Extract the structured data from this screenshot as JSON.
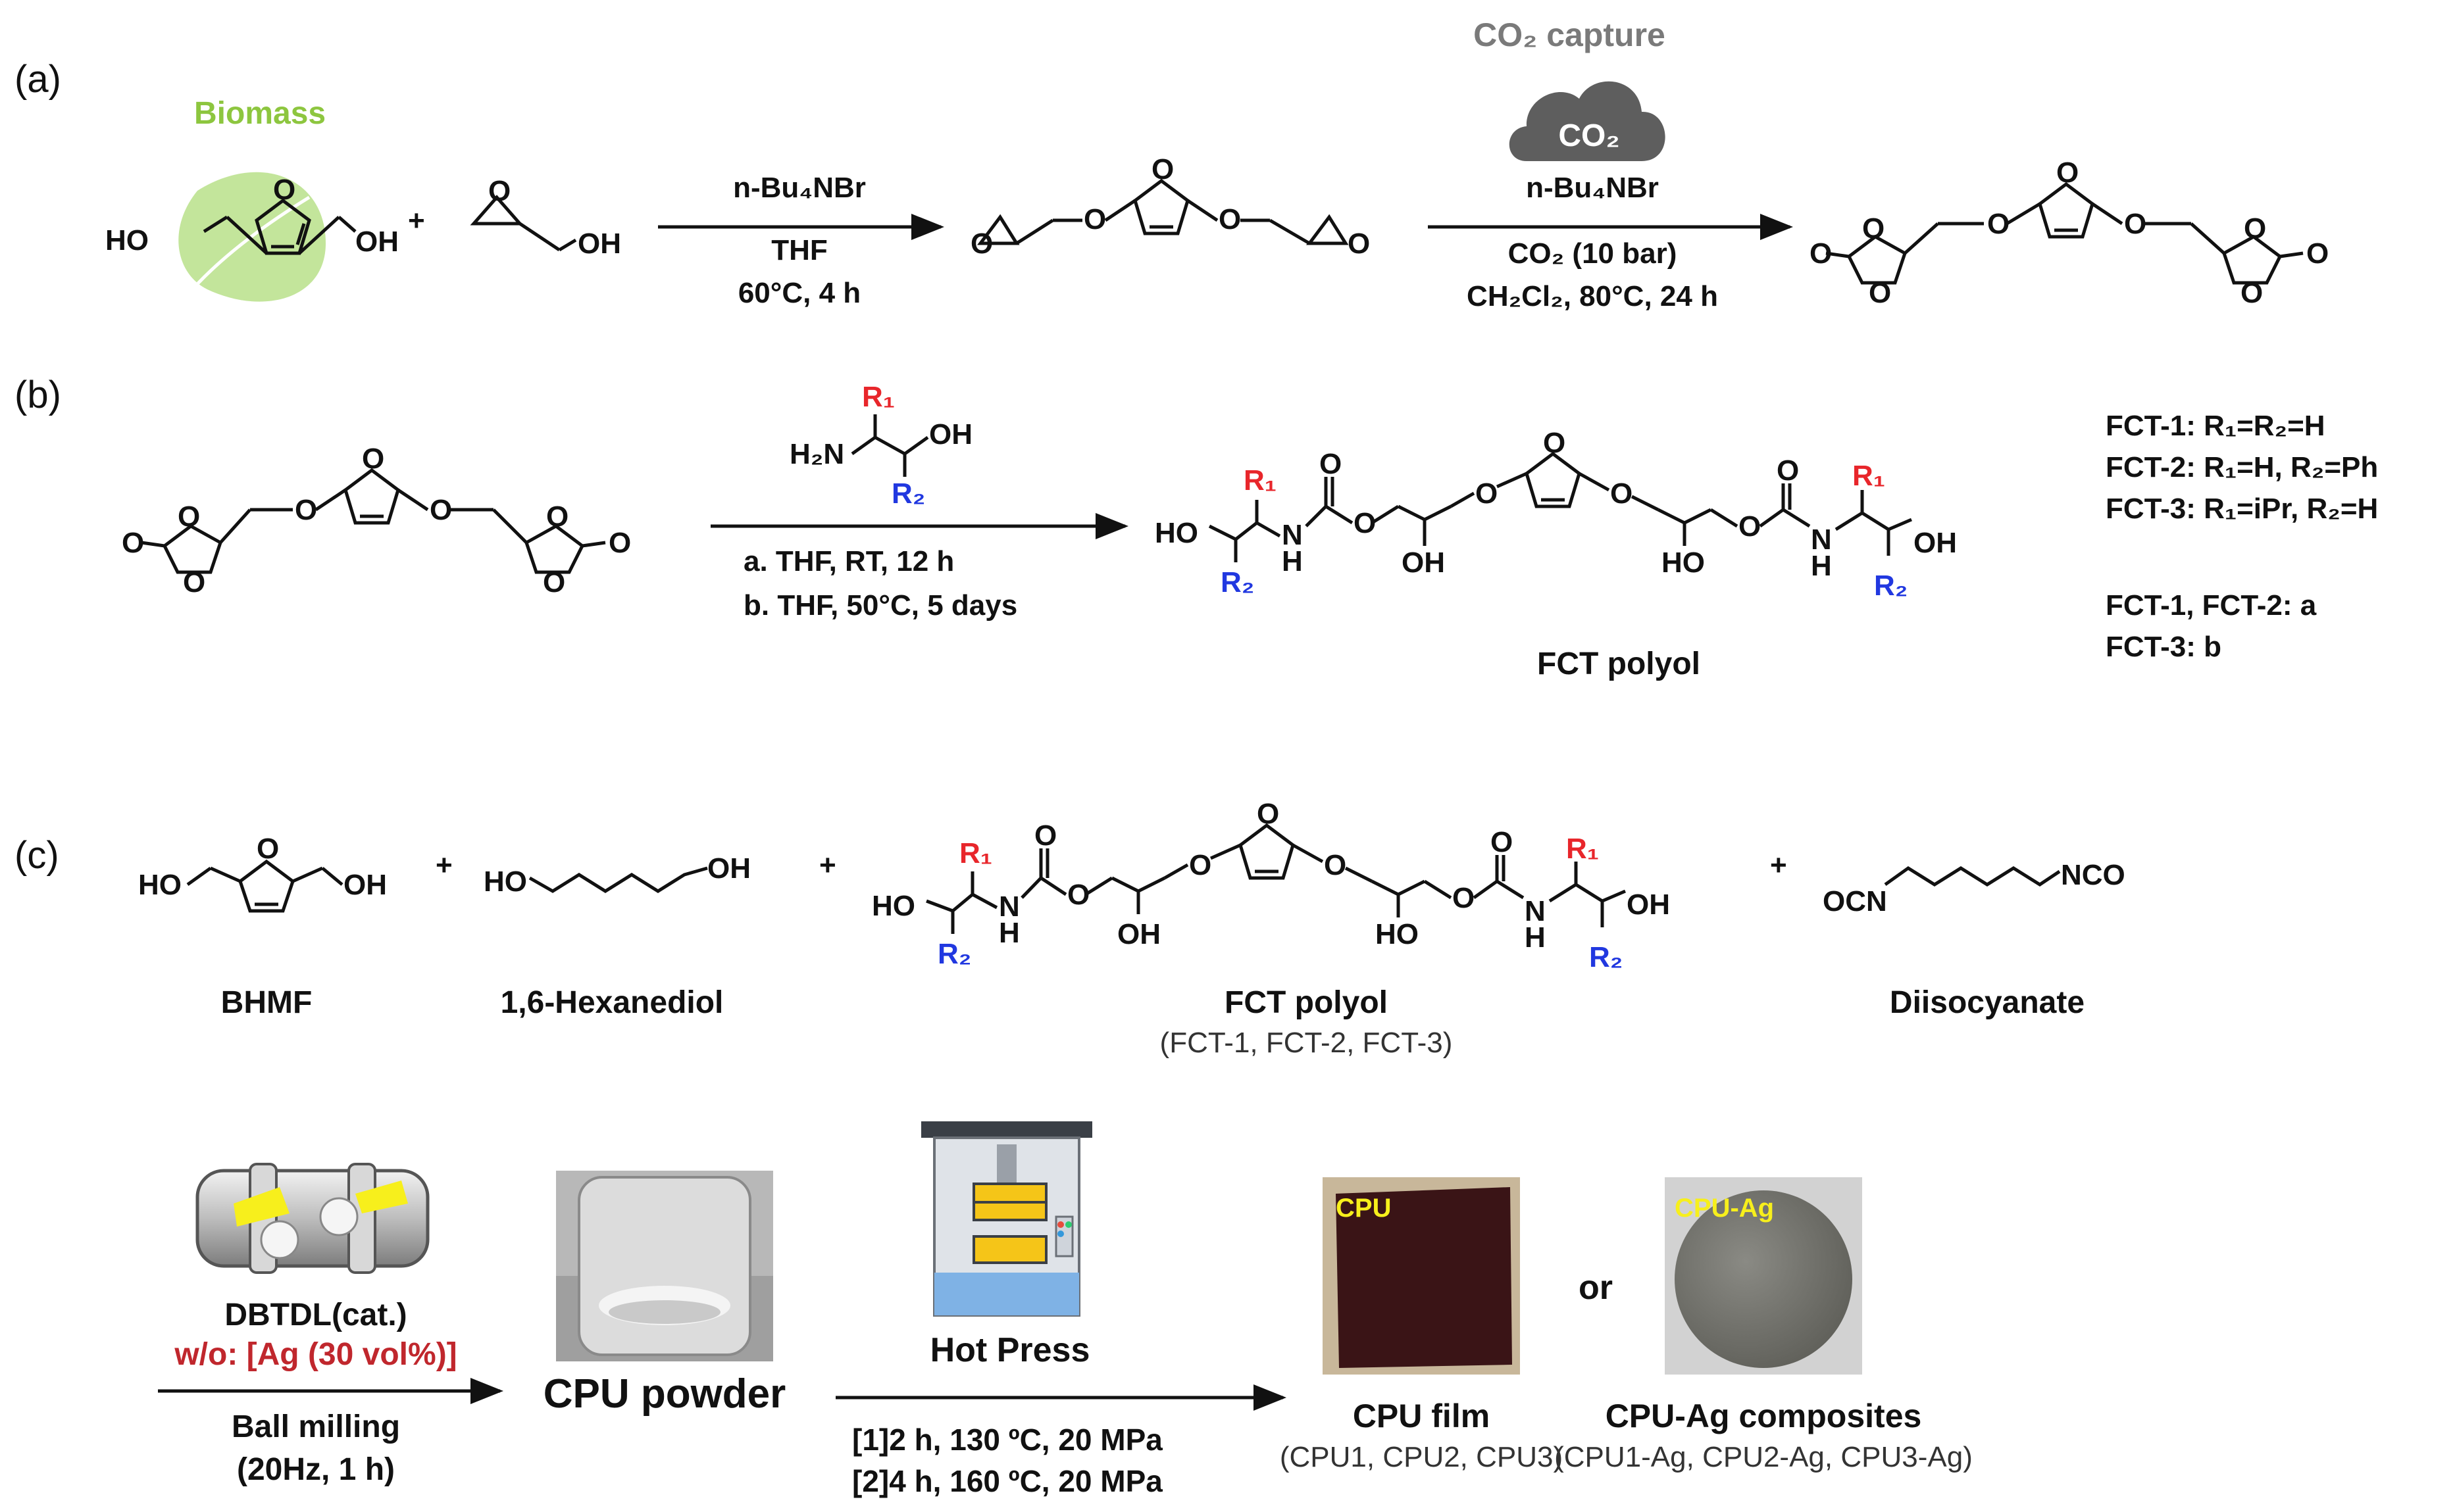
{
  "panels": {
    "a": {
      "label": "(a)",
      "biomass_label": "Biomass",
      "reactant1": {
        "left_oh": "HO",
        "right_oh": "OH",
        "ring_o": "O"
      },
      "plus": "+",
      "glycidol": {
        "epoxide_o": "O",
        "oh": "OH"
      },
      "step1": {
        "reagent": "n-Bu₄NBr",
        "solvent": "THF",
        "conditions": "60°C, 4 h"
      },
      "diepoxide_o": "O",
      "co2_capture_title": "CO₂ capture",
      "cloud_text": "CO₂",
      "step2": {
        "reagent": "n-Bu₄NBr",
        "pressure": "CO₂ (10 bar)",
        "conditions": "CH₂Cl₂, 80°C, 24 h"
      },
      "carbonate_o": "O"
    },
    "b": {
      "label": "(b)",
      "aminoalcohol": {
        "r1": "R₁",
        "r2": "R₂",
        "amine": "H₂N",
        "oh": "OH"
      },
      "step": {
        "line_a": "a. THF, RT, 12 h",
        "line_b": "b. THF, 50°C, 5 days"
      },
      "product": {
        "ho": "HO",
        "oh": "OH",
        "nh_n": "N",
        "nh_h": "H",
        "r1": "R₁",
        "r2": "R₂",
        "o": "O"
      },
      "product_name": "FCT polyol",
      "variants": [
        "FCT-1: R₁=R₂=H",
        "FCT-2: R₁=H, R₂=Ph",
        "FCT-3: R₁=iPr, R₂=H"
      ],
      "conditions_map": [
        "FCT-1, FCT-2: a",
        "FCT-3: b"
      ]
    },
    "c": {
      "label": "(c)",
      "plus": "+",
      "bhmf_name": "BHMF",
      "hexanediol_name": "1,6-Hexanediol",
      "polyol_name": "FCT polyol",
      "polyol_sub": "(FCT-1, FCT-2, FCT-3)",
      "diisocyanate_name": "Diisocyanate",
      "diisocyanate": {
        "left": "OCN",
        "right": "NCO"
      },
      "catalyst": "DBTDL(cat.)",
      "additive": "w/o: [Ag (30 vol%)]",
      "milling": "Ball milling",
      "milling_cond": "(20Hz, 1 h)",
      "powder_label": "CPU powder",
      "hotpress_label": "Hot Press",
      "press_step1": "[1]2 h, 130 ºC, 20 MPa",
      "press_step2": "[2]4 h, 160 ºC, 20 MPa",
      "film_tag": "CPU",
      "or_text": "or",
      "composite_tag": "CPU-Ag",
      "film_name": "CPU film",
      "film_sub": "(CPU1, CPU2, CPU3)",
      "composite_name": "CPU-Ag composites",
      "composite_sub": "(CPU1-Ag, CPU2-Ag, CPU3-Ag)"
    }
  },
  "colors": {
    "biomass_green": "#8dc63f",
    "r1_red": "#e8262b",
    "r2_blue": "#2138e0",
    "warning_red": "#c0272d",
    "gray_title": "#7a7a7a",
    "cloud": "#5e5e5e"
  }
}
